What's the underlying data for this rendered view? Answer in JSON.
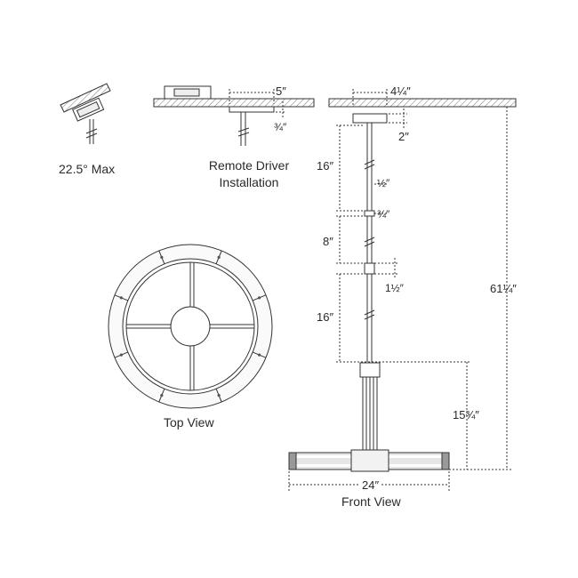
{
  "labels": {
    "tilt_max": "22.5° Max",
    "remote_driver_line1": "Remote Driver",
    "remote_driver_line2": "Installation",
    "top_view": "Top View",
    "front_view": "Front View"
  },
  "dimensions": {
    "remote_width": "5″",
    "remote_depth": "¾″",
    "canopy_width": "4¼″",
    "canopy_height": "2″",
    "rod_1": "16″",
    "rod_diameter": "½″",
    "coupler": "¾″",
    "rod_2": "8″",
    "joint": "1½″",
    "rod_3": "16″",
    "fixture_height": "15¾″",
    "overall_height": "61¼″",
    "width": "24″"
  },
  "colors": {
    "line": "#333333",
    "hatch": "#666666",
    "fill_light": "#f2f2f2",
    "fill_glass": "#d9d9d9"
  }
}
